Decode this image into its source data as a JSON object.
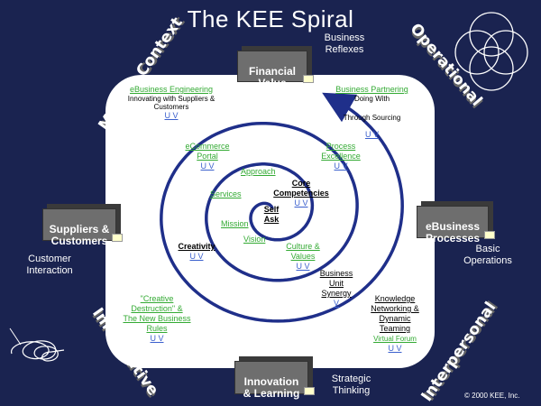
{
  "title": "The KEE Spiral",
  "corner_labels": {
    "business_reflexes": "Business\nReflexes",
    "basic_operations": "Basic\nOperations",
    "customer_interaction": "Customer\nInteraction",
    "strategic_thinking": "Strategic\nThinking"
  },
  "quadrants": {
    "market_context": "Market Context",
    "operational": "Operational",
    "imaginative": "Imaginative",
    "interpersonal": "Interpersonal"
  },
  "boxes": {
    "financial_value": "Financial\nValue",
    "suppliers_customers": "Suppliers &\nCustomers",
    "ebusiness_processes": "eBusiness\nProcesses",
    "innovation_learning": "Innovation\n& Learning"
  },
  "nodes": {
    "ebusiness_engineering": {
      "title": "eBusiness Engineering",
      "sub": "Innovating with Suppliers &\nCustomers",
      "uv": "U  V"
    },
    "business_partnering": {
      "title": "Business Partnering",
      "sub1": "Doing With",
      "sub2": "Through Sourcing",
      "uv": "U  V"
    },
    "ecommerce_portal": {
      "title": "eCommerce\nPortal",
      "uv": "U  V"
    },
    "process_excellence": {
      "title": "Process\nExcellence",
      "uv": "U  V"
    },
    "approach": "Approach",
    "services": "Services",
    "core_competencies": {
      "title": "Core\nCompetencies",
      "uv": "U  V"
    },
    "self": {
      "title": "Self",
      "suffix": "Ask"
    },
    "mission": "Mission",
    "vision": "Vision",
    "creativity": {
      "title": "Creativity",
      "uv": "U  V"
    },
    "culture_values": {
      "title": "Culture &\nValues",
      "uv": "U  V"
    },
    "business_unit_synergy": {
      "title": "Business\nUnit\nSynergy",
      "uv": "V"
    },
    "creative_destruction": {
      "title": "\"Creative\nDestruction\" &\nThe New Business\nRules",
      "uv": "U  V"
    },
    "knowledge_networking": {
      "title": "Knowledge\nNetworking &\nDynamic\nTeaming",
      "extra": "Virtual Forum",
      "uv": "U  V"
    }
  },
  "copyright": "© 2000 KEE, Inc.",
  "colors": {
    "background": "#1a2350",
    "panel": "#ffffff",
    "spiral": "#1f2f8a",
    "node_green": "#33aa33",
    "uv_blue": "#3a5fcd",
    "box_gray": "#6e6e6e"
  }
}
